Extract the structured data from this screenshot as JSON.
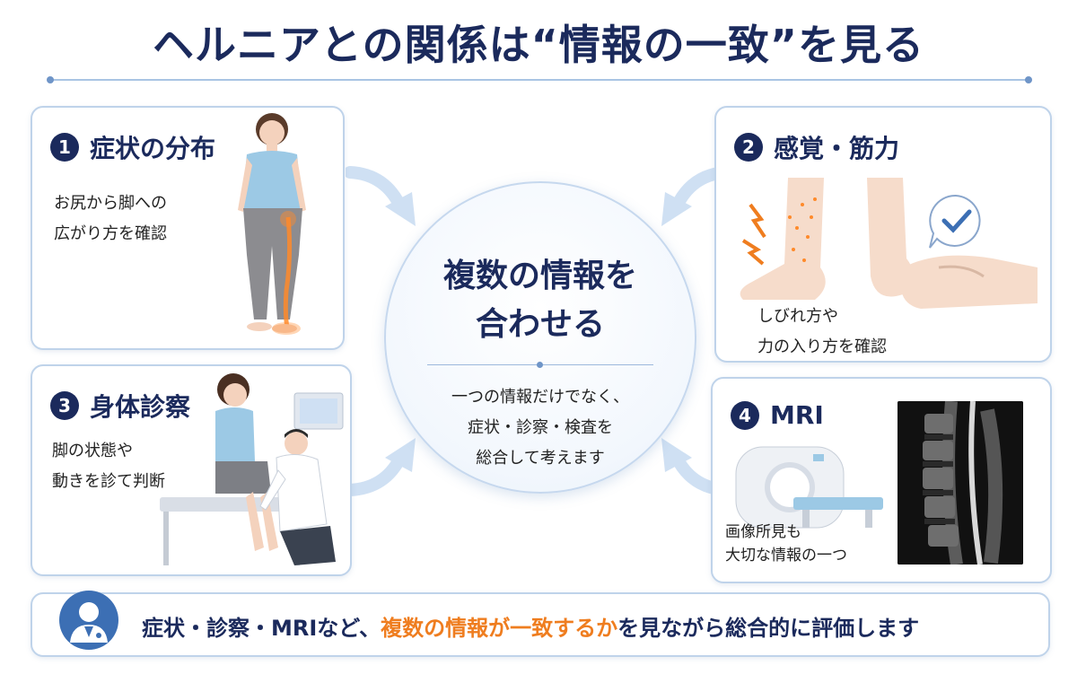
{
  "title": "ヘルニアとの関係は“情報の一致”を見る",
  "center": {
    "main_line1": "複数の情報を",
    "main_line2": "合わせる",
    "sub_line1": "一つの情報だけでなく、",
    "sub_line2": "症状・診察・検査を",
    "sub_line3": "総合して考えます"
  },
  "cards": [
    {
      "number": "1",
      "title": "症状の分布",
      "desc_line1": "お尻から脚への",
      "desc_line2": "広がり方を確認"
    },
    {
      "number": "2",
      "title": "感覚・筋力",
      "desc_line1": "しびれ方や",
      "desc_line2": "力の入り方を確認"
    },
    {
      "number": "3",
      "title": "身体診察",
      "desc_line1": "脚の状態や",
      "desc_line2": "動きを診て判断"
    },
    {
      "number": "4",
      "title": "MRI",
      "desc_line1": "画像所見も",
      "desc_line2": "大切な情報の一つ"
    }
  ],
  "bottom": {
    "text_before": "症状・診察・MRIなど、",
    "text_highlight": "複数の情報が一致するか",
    "text_after": "を見ながら総合的に評価します"
  },
  "colors": {
    "navy": "#1b2a5c",
    "highlight_orange": "#ef7d1f",
    "card_border": "#bfd3ea",
    "arrow_blue": "#cfe0f3",
    "icon_blue": "#3c6fb4"
  },
  "icons": [
    "woman-leg-pain-icon",
    "tingling-leg-icon",
    "muscle-check-icon",
    "checkmark-bubble-icon",
    "doctor-exam-icon",
    "mri-machine-icon",
    "spine-mri-image",
    "doctor-avatar-icon"
  ]
}
